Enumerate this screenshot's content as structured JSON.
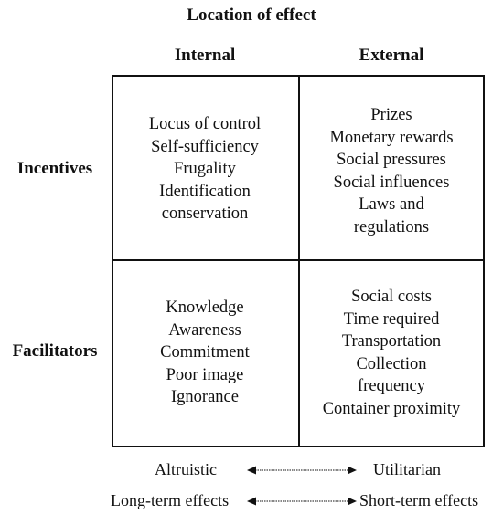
{
  "title": "Location of effect",
  "columns": {
    "internal": "Internal",
    "external": "External"
  },
  "rows": {
    "incentives": "Incentives",
    "facilitators": "Facilitators"
  },
  "cells": {
    "incentives_internal": [
      "Locus of control",
      "Self-sufficiency",
      "Frugality",
      "Identification",
      "conservation"
    ],
    "incentives_external": [
      "Prizes",
      "Monetary rewards",
      "Social pressures",
      "Social influences",
      "Laws and",
      "regulations"
    ],
    "facilitators_internal": [
      "Knowledge",
      "Awareness",
      "Commitment",
      "Poor image",
      "Ignorance"
    ],
    "facilitators_external": [
      "Social costs",
      "Time required",
      "Transportation",
      "Collection",
      "frequency",
      "Container proximity"
    ]
  },
  "scales": {
    "altruistic": "Altruistic",
    "utilitarian": "Utilitarian",
    "long_term": "Long-term effects",
    "short_term": "Short-term effects"
  }
}
